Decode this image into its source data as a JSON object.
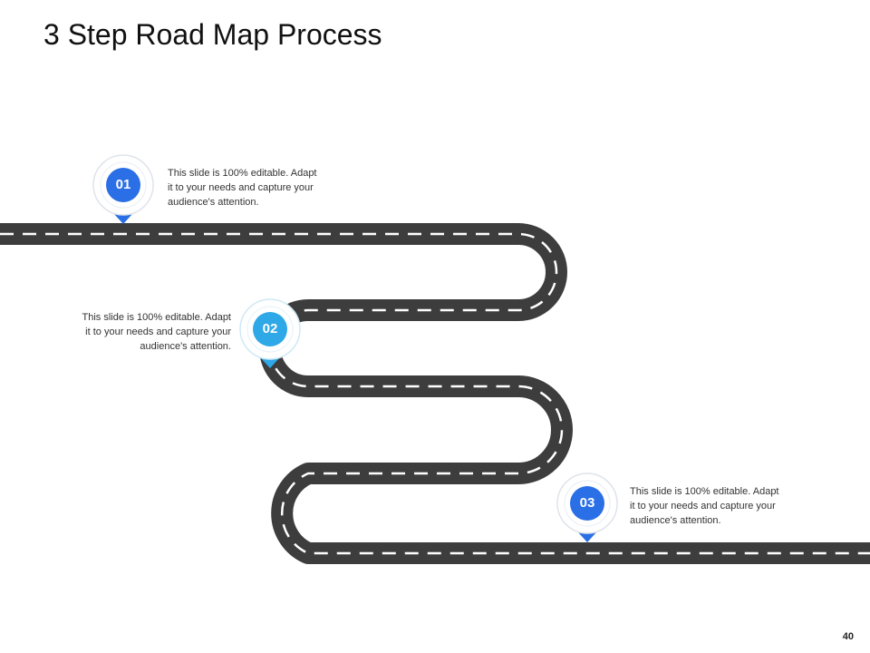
{
  "slide": {
    "title": "3 Step Road Map Process",
    "page_number": "40"
  },
  "steps": [
    {
      "number": "01",
      "lines": [
        "This slide is 100% editable. Adapt",
        "it to your needs and capture your",
        "audience's attention."
      ],
      "color": "#2a6fe6"
    },
    {
      "number": "02",
      "lines": [
        "This slide is 100% editable. Adapt",
        "it to your needs and capture your",
        "audience's attention."
      ],
      "color": "#2fa8e8"
    },
    {
      "number": "03",
      "lines": [
        "This slide is 100% editable. Adapt",
        "it to your needs and capture your",
        "audience's attention."
      ],
      "color": "#2a6fe6"
    }
  ],
  "colors": {
    "road": "#3d3d3d",
    "road_marking": "#ffffff",
    "text": "#333333"
  }
}
